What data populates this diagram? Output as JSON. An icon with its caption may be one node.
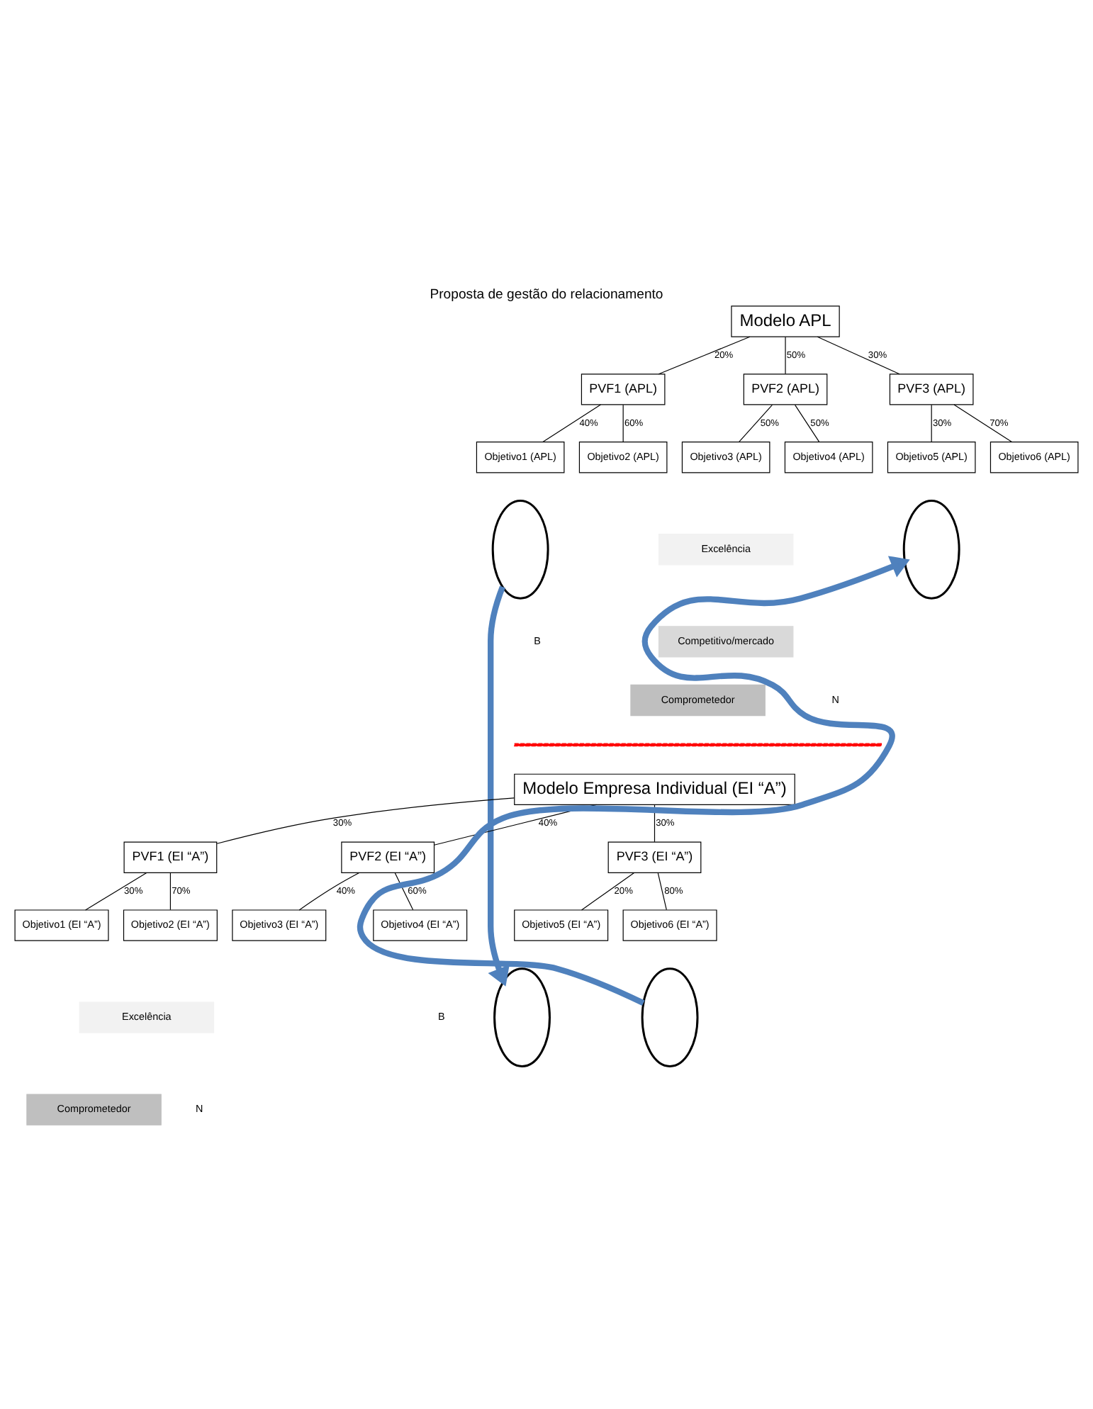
{
  "diagram": {
    "title": "Proposta de gestão do relacionamento",
    "nodes": [
      {
        "text": [
          "Modelo APL"
        ]
      },
      {
        "text": [
          "PVF1 (APL)"
        ]
      },
      {
        "text": [
          "PVF2 (APL)"
        ]
      },
      {
        "text": [
          "PVF3 (APL)"
        ]
      },
      {
        "text": [
          "Objetivo1 (APL)"
        ]
      },
      {
        "text": [
          "Objetivo2 (APL)"
        ]
      },
      {
        "text": [
          "Objetivo3 (APL)"
        ]
      },
      {
        "text": [
          "Objetivo4 (APL)"
        ]
      },
      {
        "text": [
          "Objetivo5 (APL)"
        ]
      },
      {
        "text": [
          "Objetivo6 (APL)"
        ]
      },
      {
        "text": [
          "Excelência"
        ]
      },
      {
        "text": [
          "Competitivo/mercado"
        ]
      },
      {
        "text": [
          "Comprometedor"
        ]
      },
      {
        "text": [],
        "shape": "ellipse"
      },
      {
        "text": [],
        "shape": "ellipse"
      },
      {
        "text": [
          "Modelo Empresa Individual (EI “A”)"
        ]
      },
      {
        "text": [
          "PVF1 (EI “A”)"
        ]
      },
      {
        "text": [
          "PVF2 (EI “A”)"
        ]
      },
      {
        "text": [
          "PVF3 (EI “A”)"
        ]
      },
      {
        "text": [
          "Objetivo1 (EI “A”)"
        ]
      },
      {
        "text": [
          "Objetivo2 (EI “A”)"
        ]
      },
      {
        "text": [
          "Objetivo3 (EI “A”)"
        ]
      },
      {
        "text": [
          "Objetivo4 (EI “A”)"
        ]
      },
      {
        "text": [
          "Objetivo5 (EI “A”)"
        ]
      },
      {
        "text": [
          "Objetivo6 (EI “A”)"
        ]
      },
      {
        "text": [
          "Excelência"
        ]
      },
      {
        "text": [
          "Comprometedor"
        ]
      },
      {
        "text": [],
        "shape": "ellipse"
      },
      {
        "text": [],
        "shape": "ellipse"
      }
    ],
    "edges": [
      {
        "from": 0,
        "to": 1,
        "arrow": "none",
        "label": "20%"
      },
      {
        "from": 0,
        "to": 2,
        "arrow": "none",
        "label": "50%"
      },
      {
        "from": 0,
        "to": 3,
        "arrow": "none",
        "label": "30%"
      },
      {
        "from": 1,
        "to": 4,
        "arrow": "none",
        "label": "40%"
      },
      {
        "from": 1,
        "to": 5,
        "arrow": "none",
        "label": "60%"
      },
      {
        "from": 2,
        "to": 6,
        "arrow": "none",
        "label": "50%"
      },
      {
        "from": 2,
        "to": 7,
        "arrow": "none",
        "label": "50%"
      },
      {
        "from": 3,
        "to": 8,
        "arrow": "none",
        "label": "30%"
      },
      {
        "from": 3,
        "to": 9,
        "arrow": "none",
        "label": "70%"
      },
      {
        "from": 15,
        "to": 16,
        "arrow": "none",
        "label": "30%"
      },
      {
        "from": 15,
        "to": 17,
        "arrow": "none",
        "label": "40%"
      },
      {
        "from": 15,
        "to": 18,
        "arrow": "none",
        "label": "30%"
      },
      {
        "from": 16,
        "to": 19,
        "arrow": "none",
        "label": "30%"
      },
      {
        "from": 16,
        "to": 20,
        "arrow": "none",
        "label": "70%"
      },
      {
        "from": 17,
        "to": 21,
        "arrow": "none",
        "label": "40%"
      },
      {
        "from": 17,
        "to": 22,
        "arrow": "none",
        "label": "60%"
      },
      {
        "from": 18,
        "to": 23,
        "arrow": "none",
        "label": "20%"
      },
      {
        "from": 18,
        "to": 24,
        "arrow": "none",
        "label": "80%"
      },
      {
        "from": 13,
        "to": 27,
        "arrow": "to",
        "style": "thick",
        "color": "#4f81bd"
      },
      {
        "from": 28,
        "to": 14,
        "arrow": "to",
        "style": "thick",
        "color": "#4f81bd"
      }
    ],
    "labels": [
      "B",
      "N",
      "B",
      "N"
    ]
  }
}
